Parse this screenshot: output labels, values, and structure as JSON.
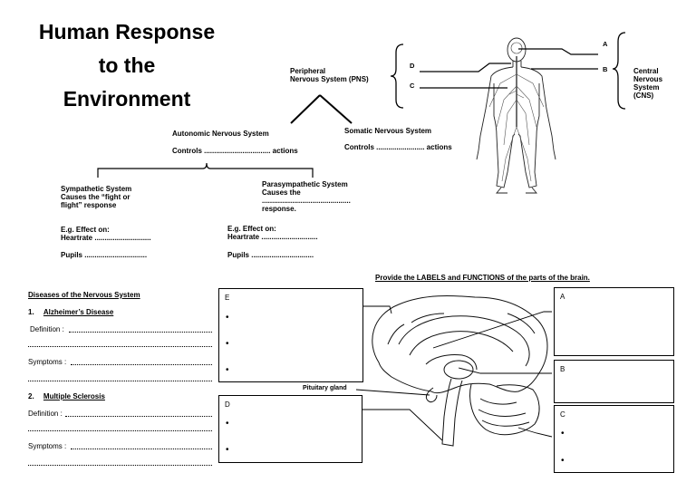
{
  "title": {
    "line1": "Human Response",
    "line2": "to the",
    "line3": "Environment"
  },
  "pns": {
    "title_line1": "Peripheral",
    "title_line2": "Nervous System (PNS)"
  },
  "cns": {
    "line1": "Central",
    "line2": "Nervous",
    "line3": "System",
    "line4": "(CNS)"
  },
  "body_labels": {
    "A": "A",
    "B": "B",
    "C": "C",
    "D": "D"
  },
  "autonomic": {
    "title": "Autonomic Nervous System",
    "controls": "Controls ................................. actions"
  },
  "somatic": {
    "title": "Somatic Nervous System",
    "controls": "Controls ........................ actions"
  },
  "sympathetic": {
    "line1": "Sympathetic System",
    "line2": "Causes the “fight or",
    "line3": "flight”  response",
    "eg": "E.g.  Effect on:",
    "heartrate": "Heartrate ............................",
    "pupils": "Pupils  ..............................."
  },
  "parasympathetic": {
    "line1": "Parasympathetic System",
    "line2": "Causes the",
    "line3": "............................................",
    "line4": "response.",
    "eg": "E.g.  Effect on:",
    "heartrate": "Heartrate ............................",
    "pupils": "Pupils  ..............................."
  },
  "brain": {
    "instruction": "Provide the LABELS and FUNCTIONS of the parts of the brain.",
    "pituitary": "Pituitary gland",
    "boxes": {
      "E": "E",
      "D": "D",
      "A": "A",
      "B": "B",
      "C": "C"
    },
    "bullet": "•"
  },
  "diseases": {
    "heading": "Diseases of the Nervous System",
    "d1_num": "1.",
    "d1_title": "Alzheimer’s Disease",
    "d1_definition": "Definition :",
    "d1_symptoms": "Symptoms :",
    "d2_num": "2.",
    "d2_title": "Multiple Sclerosis",
    "d2_definition": "Definition :",
    "d2_symptoms": "Symptoms :"
  }
}
